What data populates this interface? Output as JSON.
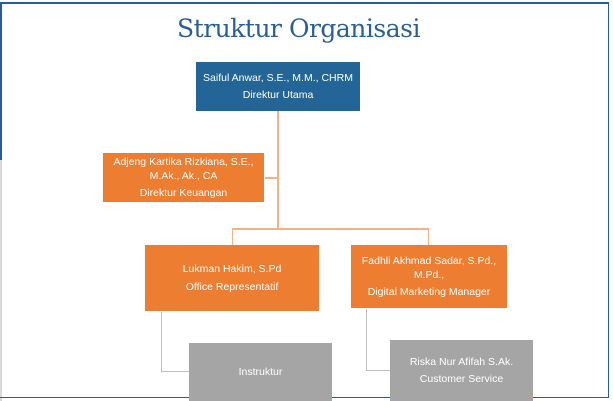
{
  "title": "Struktur Organisasi",
  "nodes": {
    "director": {
      "name": "Saiful Anwar, S.E., M.M., CHRM",
      "role": "Direktur Utama"
    },
    "finance": {
      "name": "Adjeng Kartika Rizkiana, S.E., M.Ak., Ak., CA",
      "role": "Direktur Keuangan"
    },
    "office": {
      "name": "Lukman Hakim, S.Pd",
      "role": "Office Representatif"
    },
    "marketing": {
      "name": "Fadhli Akhmad Sadar, S.Pd., M.Pd.,",
      "role": "Digital Marketing Manager"
    },
    "instructor": {
      "role": "Instruktur"
    },
    "cs": {
      "name": "Riska Nur Afifah S.Ak.",
      "role": "Customer Service"
    }
  },
  "colors": {
    "primary": "#236597",
    "accent": "#ed7d31",
    "assistant": "#a5a5a5"
  }
}
